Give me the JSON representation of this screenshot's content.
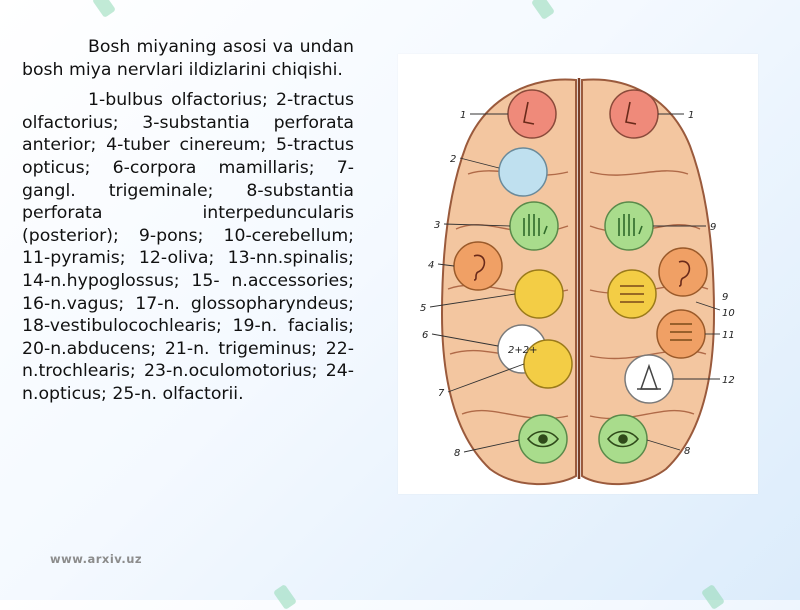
{
  "slide": {
    "heading": "Bosh miyaning asosi va undan bosh miya nervlari ildizlarini chiqishi.",
    "list_text": "1-bulbus olfactorius; 2-tractus olfactorius; 3-substantia perforata anterior; 4-tuber cinereum; 5-tractus opticus; 6-corpora mamillaris; 7-gangl. trigeminale; 8-substantia perforata interpeduncularis (posterior); 9-pons; 10-cerebellum; 11-pyramis; 12-oliva; 13-nn.spinalis; 14-n.hypoglossus; 15- n.accessories; 16-n.vagus; 17-n. glossopharyndeus; 18-vestibulocochlearis; 19-n. facialis; 20-n.abducens; 21-n. trigeminus; 22-n.trochlearis; 23-n.oculomotorius; 24-n.opticus; 25-n. olfactorii.",
    "footer_url": "www.arxiv.uz"
  },
  "figure": {
    "left_labels": [
      "1",
      "2",
      "3",
      "4",
      "5",
      "6",
      "7",
      "8"
    ],
    "right_labels": [
      "1",
      "9",
      "9",
      "10",
      "11",
      "12",
      "8"
    ],
    "circle_text": "2+2+"
  },
  "colors": {
    "brain_tissue": "#f3c6a0",
    "sulci": "#b06a48",
    "circle_red": "#ef8a7a",
    "circle_blue": "#bfe0ef",
    "circle_green": "#a9dc8c",
    "circle_orange": "#f0a065",
    "circle_yellow": "#f3cd45",
    "circle_white": "#ffffff",
    "watermark": "#8fd9b4"
  },
  "icons": {
    "watermark": "decorative-logo-shape",
    "nerve_symbols": [
      "nose",
      "hand",
      "ear",
      "eye"
    ]
  }
}
